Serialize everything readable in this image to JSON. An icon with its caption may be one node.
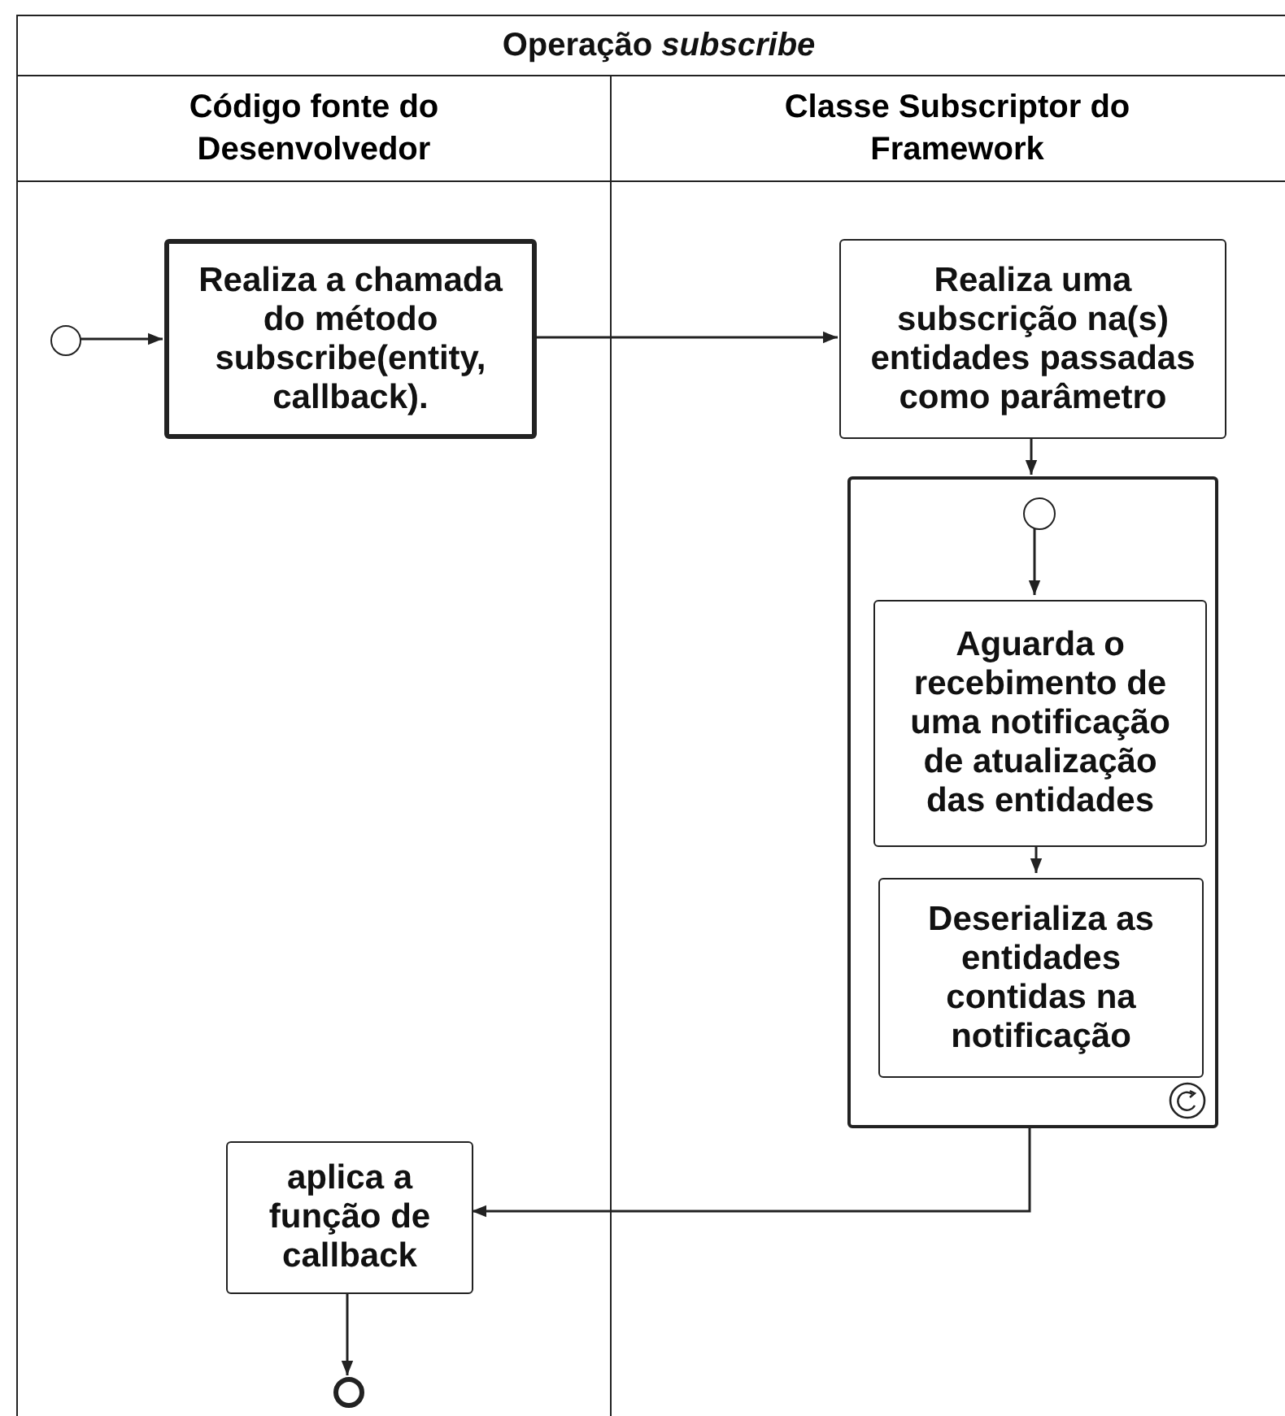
{
  "diagram": {
    "nodes": [
      {
        "text": [
          "Operação *subscribe*"
        ]
      },
      {
        "text": [
          "Código fonte do Desenvolvedor"
        ],
        "in": 0
      },
      {
        "text": [
          "Classe Subscriptor do Framework"
        ],
        "in": 0
      },
      {
        "text": [],
        "shape": "circle",
        "in": 1
      },
      {
        "text": [
          "Realiza a chamada do método subscribe(entity, callback)."
        ],
        "in": 1
      },
      {
        "text": [
          "Realiza uma subscrição na(s) entidades passadas como parâmetro"
        ],
        "in": 2
      },
      {
        "text": [],
        "shape": "box",
        "in": 2
      },
      {
        "text": [],
        "shape": "circle",
        "in": 6
      },
      {
        "text": [
          "Aguarda o recebimento de uma notificação de atualização das entidades"
        ],
        "in": 6
      },
      {
        "text": [
          "Deserializa as entidades contidas na notificação"
        ],
        "in": 6
      },
      {
        "text": [
          "aplica a função de callback"
        ],
        "in": 1
      },
      {
        "text": [],
        "shape": "circle",
        "in": 1
      }
    ],
    "edges": [
      {
        "from": 3,
        "to": 4,
        "arrow": "to"
      },
      {
        "from": 4,
        "to": 5,
        "arrow": "to"
      },
      {
        "from": 5,
        "to": 6,
        "arrow": "to"
      },
      {
        "from": 7,
        "to": 8,
        "arrow": "to"
      },
      {
        "from": 8,
        "to": 9,
        "arrow": "to"
      },
      {
        "from": 6,
        "to": 10,
        "arrow": "to"
      },
      {
        "from": 10,
        "to": 11,
        "arrow": "to"
      }
    ]
  }
}
